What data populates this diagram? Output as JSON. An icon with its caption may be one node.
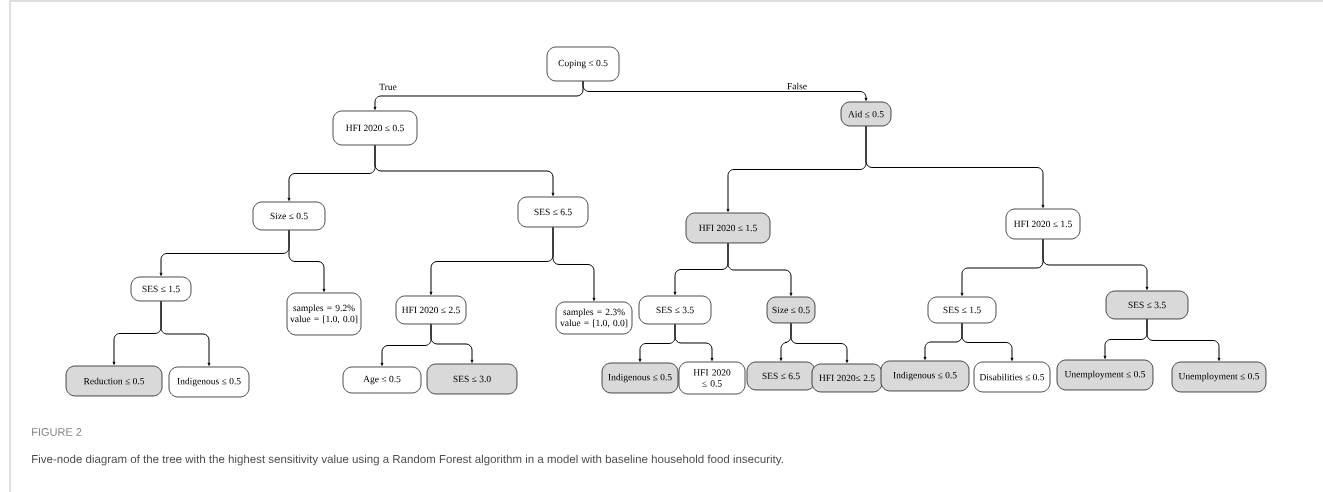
{
  "diagram": {
    "caption": "Five-node diagram of the tree with the highest sensitivity value using a Random Forest algorithm in a model with baseline household food insecurity.",
    "nodes": [
      {
        "text": [
          "Coping ≤ 0.5"
        ]
      },
      {
        "text": [
          "HFI 2020 ≤ 0.5"
        ]
      },
      {
        "text": [
          "Aid ≤ 0.5"
        ]
      },
      {
        "text": [
          "Size ≤ 0.5"
        ]
      },
      {
        "text": [
          "SES ≤ 6.5"
        ]
      },
      {
        "text": [
          "HFI 2020 ≤ 1.5"
        ]
      },
      {
        "text": [
          "HFI 2020 ≤ 1.5"
        ]
      },
      {
        "text": [
          "SES ≤ 1.5"
        ]
      },
      {
        "text": [
          "samples = 9.2% value = [1.0, 0.0]"
        ]
      },
      {
        "text": [
          "HFI 2020 ≤ 2.5"
        ]
      },
      {
        "text": [
          "samples = 2.3% value = [1.0, 0.0]"
        ]
      },
      {
        "text": [
          "SES ≤ 3.5"
        ]
      },
      {
        "text": [
          "Size ≤ 0.5"
        ]
      },
      {
        "text": [
          "SES ≤ 1.5"
        ]
      },
      {
        "text": [
          "SES ≤ 3.5"
        ]
      },
      {
        "text": [
          "Reduction ≤ 0.5"
        ]
      },
      {
        "text": [
          "Indigenous ≤ 0.5"
        ]
      },
      {
        "text": [
          "Age ≤ 0.5"
        ]
      },
      {
        "text": [
          "SES ≤ 3.0"
        ]
      },
      {
        "text": [
          "Indigenous ≤ 0.5"
        ]
      },
      {
        "text": [
          "HFI 2020 ≤ 0.5"
        ]
      },
      {
        "text": [
          "SES ≤ 6.5"
        ]
      },
      {
        "text": [
          "HFI 2020≤ 2.5"
        ]
      },
      {
        "text": [
          "Indigenous ≤ 0.5"
        ]
      },
      {
        "text": [
          "Disabilities ≤ 0.5"
        ]
      },
      {
        "text": [
          "Unemployment ≤ 0.5"
        ]
      },
      {
        "text": [
          "Unemployment ≤ 0.5"
        ]
      }
    ],
    "edges": [
      {
        "from": 0,
        "to": 1,
        "arrow": "to",
        "label": "True"
      },
      {
        "from": 0,
        "to": 2,
        "arrow": "to",
        "label": "False"
      },
      {
        "from": 1,
        "to": 3,
        "arrow": "to"
      },
      {
        "from": 1,
        "to": 4,
        "arrow": "to"
      },
      {
        "from": 2,
        "to": 5,
        "arrow": "to"
      },
      {
        "from": 2,
        "to": 6,
        "arrow": "to"
      },
      {
        "from": 3,
        "to": 7,
        "arrow": "to"
      },
      {
        "from": 3,
        "to": 8,
        "arrow": "to"
      },
      {
        "from": 4,
        "to": 9,
        "arrow": "to"
      },
      {
        "from": 4,
        "to": 10,
        "arrow": "to"
      },
      {
        "from": 5,
        "to": 11,
        "arrow": "to"
      },
      {
        "from": 5,
        "to": 12,
        "arrow": "to"
      },
      {
        "from": 6,
        "to": 13,
        "arrow": "to"
      },
      {
        "from": 6,
        "to": 14,
        "arrow": "to"
      },
      {
        "from": 7,
        "to": 15,
        "arrow": "to"
      },
      {
        "from": 7,
        "to": 16,
        "arrow": "to"
      },
      {
        "from": 9,
        "to": 17,
        "arrow": "to"
      },
      {
        "from": 9,
        "to": 18,
        "arrow": "to"
      },
      {
        "from": 11,
        "to": 19,
        "arrow": "to"
      },
      {
        "from": 11,
        "to": 20,
        "arrow": "to"
      },
      {
        "from": 12,
        "to": 21,
        "arrow": "to"
      },
      {
        "from": 12,
        "to": 22,
        "arrow": "to"
      },
      {
        "from": 13,
        "to": 23,
        "arrow": "to"
      },
      {
        "from": 13,
        "to": 24,
        "arrow": "to"
      },
      {
        "from": 14,
        "to": 25,
        "arrow": "to"
      },
      {
        "from": 14,
        "to": 26,
        "arrow": "to"
      }
    ],
    "labels": [
      "FIGURE 2"
    ]
  }
}
